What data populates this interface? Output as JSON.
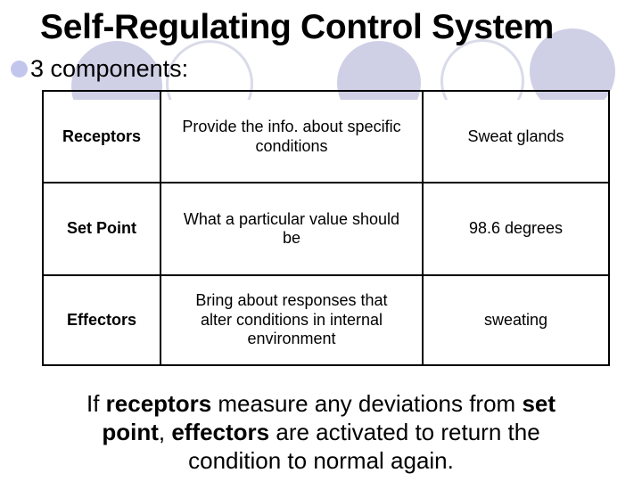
{
  "slide": {
    "title": "Self-Regulating Control System",
    "bullet_text": "3 components:",
    "table": {
      "rows": [
        {
          "component": "Receptors",
          "description": "Provide the info. about specific conditions",
          "example": "Sweat glands"
        },
        {
          "component": "Set Point",
          "description": "What a particular value should be",
          "example": "98.6 degrees"
        },
        {
          "component": "Effectors",
          "description": "Bring about responses that alter conditions in internal environment",
          "example": "sweating"
        }
      ]
    },
    "summary": {
      "lines": [
        [
          {
            "text": "If ",
            "bold": false
          },
          {
            "text": "receptors",
            "bold": true
          },
          {
            "text": " measure any deviations from ",
            "bold": false
          },
          {
            "text": "set",
            "bold": true
          }
        ],
        [
          {
            "text": "point",
            "bold": true
          },
          {
            "text": ", ",
            "bold": false
          },
          {
            "text": "effectors",
            "bold": true
          },
          {
            "text": " are activated to return the",
            "bold": false
          }
        ],
        [
          {
            "text": "condition to normal again.",
            "bold": false
          }
        ]
      ]
    }
  },
  "theme": {
    "background": "#ffffff",
    "text_color": "#000000",
    "table_border_color": "#000000",
    "circle_fill": "#cfd0e6",
    "circle_outline": "#d9dbe9",
    "bullet_color": "#c3c6ec"
  }
}
